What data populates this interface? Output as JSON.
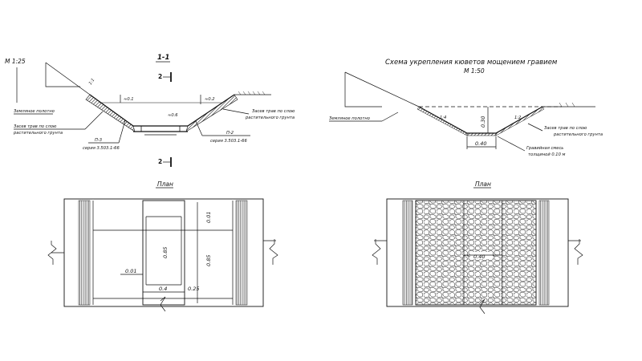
{
  "left_section": {
    "scale": "М 1:25",
    "section_mark": "1-1",
    "cut_number_top": "2",
    "cut_number_bottom": "2",
    "earth_bed": "Земляное полотно",
    "grass_left_1": "Засев трав по слою",
    "grass_left_2": "растительного грунта",
    "grass_right_1": "Засев трав по слою",
    "grass_right_2": "растительного грунта",
    "dim_left": "≈0.1",
    "dim_right": "≈0.2",
    "dim_bottom": "≈0.6",
    "slope_mark": "1:1",
    "part_left": "П-3",
    "series_left": "серия 3.503.1-66",
    "part_right": "П-2",
    "series_right": "серия 3.503.1-66"
  },
  "right_section": {
    "title": "Схема укрепления кюветов мощением гравием",
    "scale": "М 1:50",
    "earth_bed": "Земляное полотно",
    "grass_1": "Засев трав по слою",
    "grass_2": "растительного грунта",
    "slope_left": "1:4",
    "slope_right": "1:2",
    "dim_depth": "0.30",
    "dim_width": "0.40",
    "gravel_1": "Гравийная смесь",
    "gravel_2": "толщиной 0.10 м"
  },
  "left_plan": {
    "title": "План",
    "dim_top": "0.01",
    "dim_center": "0.85",
    "dim_right": "0.85",
    "dim_left": "0.01",
    "dim_bottom": "0.4",
    "dim_bottom_right": "0.25"
  },
  "right_plan": {
    "title": "План",
    "dim_center": "0.40"
  }
}
